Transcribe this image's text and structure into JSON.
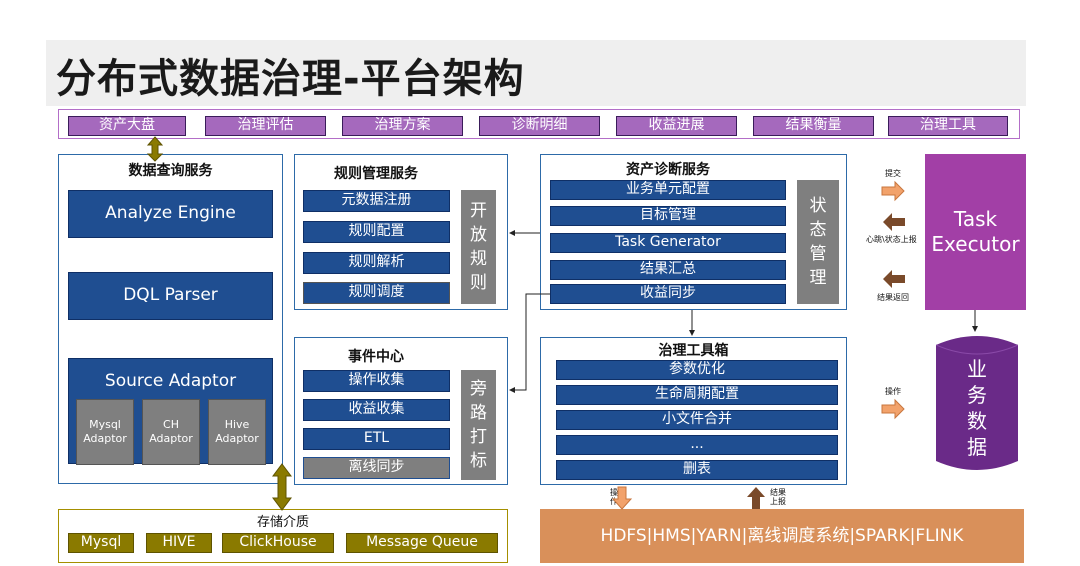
{
  "title": "分布式数据治理-平台架构",
  "nav_tabs": [
    "资产大盘",
    "治理评估",
    "治理方案",
    "诊断明细",
    "收益进展",
    "结果衡量",
    "治理工具"
  ],
  "data_query": {
    "title": "数据查询服务",
    "analyze_engine": "Analyze Engine",
    "dql_parser": "DQL Parser",
    "source_adaptor": "Source Adaptor",
    "adaptors": [
      "Mysql\nAdaptor",
      "CH\nAdaptor",
      "Hive\nAdaptor"
    ]
  },
  "rules": {
    "title": "规则管理服务",
    "items": [
      "元数据注册",
      "规则配置",
      "规则解析",
      "规则调度"
    ],
    "side": "开放规则"
  },
  "events": {
    "title": "事件中心",
    "items": [
      "操作收集",
      "收益收集",
      "ETL",
      "离线同步"
    ],
    "side": "旁路打标"
  },
  "asset_diag": {
    "title": "资产诊断服务",
    "items": [
      "业务单元配置",
      "目标管理",
      "Task Generator",
      "结果汇总",
      "收益同步"
    ],
    "side": "状态管理"
  },
  "toolbox": {
    "title": "治理工具箱",
    "items": [
      "参数优化",
      "生命周期配置",
      "小文件合并",
      "...",
      "删表"
    ]
  },
  "task_executor": "Task Executor",
  "arrow_labels": {
    "submit": "提交",
    "heartbeat": "心跳\\状态上报",
    "result_return": "结果返回",
    "operate": "操作",
    "down_operate": "操作",
    "up_report": "结果上报"
  },
  "business_data": "业务数据",
  "storage": {
    "title": "存储介质",
    "items": [
      "Mysql",
      "HIVE",
      "ClickHouse",
      "Message Queue"
    ]
  },
  "infra": "HDFS|HMS|YARN|离线调度系统|SPARK|FLINK",
  "colors": {
    "blue": "#1f4e91",
    "gray": "#7f7f7f",
    "purple": "#a569bd",
    "task_purple": "#a23fa6",
    "db_purple": "#6a2a88",
    "olive": "#8a7a00",
    "orange": "#d9905a",
    "arrow_orange": "#f2a26b",
    "arrow_brown": "#7a4a2a"
  }
}
